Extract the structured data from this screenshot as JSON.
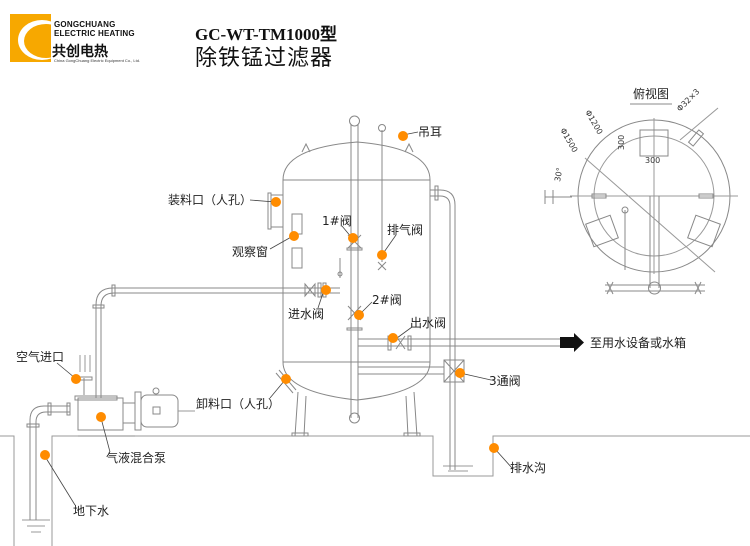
{
  "logo": {
    "brand_en_line1": "GONGCHUANG",
    "brand_en_line2": "ELECTRIC HEATING",
    "brand_cn": "共创电热",
    "company_full": "China GongChuang Electric Equipment Co., Ltd.",
    "brand_color": "#f7a800"
  },
  "title": {
    "model": "GC-WT-TM1000型",
    "name": "除铁锰过滤器"
  },
  "top_view": {
    "title": "俯视图",
    "dims": {
      "outer_diameter": "Φ1500",
      "inner_diameter": "Φ1200",
      "pipe": "Φ32×3",
      "hatch_offset": "300",
      "hatch_width": "300",
      "angle": "30°"
    }
  },
  "callouts": {
    "lifting_lug": "吊耳",
    "loading_port": "装料口（人孔）",
    "sight_window": "观察窗",
    "valve_1": "1#阀",
    "vent_valve": "排气阀",
    "inlet_valve": "进水阀",
    "valve_2": "2#阀",
    "outlet_valve": "出水阀",
    "to_equipment": "至用水设备或水箱",
    "air_inlet": "空气进口",
    "three_way_valve": "3通阀",
    "unloading_port": "卸料口（人孔）",
    "pump": "气液混合泵",
    "drain": "排水沟",
    "groundwater": "地下水"
  },
  "colors": {
    "marker": "#ff8c00",
    "line": "#888888"
  }
}
